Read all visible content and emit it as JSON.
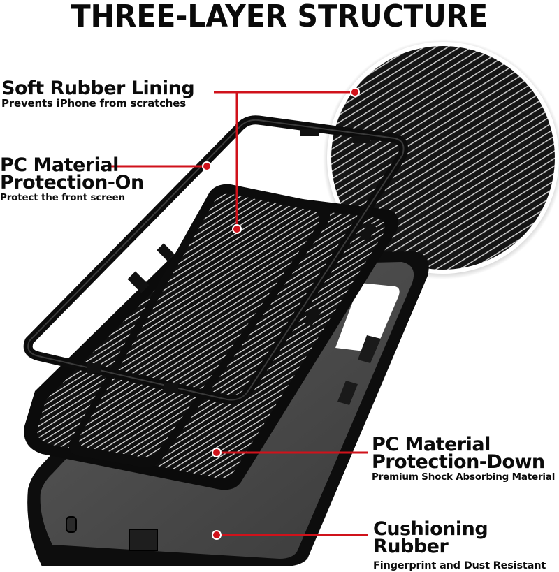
{
  "header": {
    "title": "THREE-LAYER STRUCTURE"
  },
  "callouts": [
    {
      "id": "soft-rubber-lining",
      "heading": "Soft Rubber Lining",
      "subtext": "Prevents iPhone from scratches"
    },
    {
      "id": "pc-material-protection-on",
      "heading_line1": "PC Material",
      "heading_line2": "Protection-On",
      "subtext": "Protect the front screen"
    },
    {
      "id": "pc-material-protection-down",
      "heading_line1": "PC Material",
      "heading_line2": "Protection-Down",
      "subtext": "Premium Shock Absorbing Material"
    },
    {
      "id": "cushioning-rubber",
      "heading": "Cushioning Rubber",
      "subtext": "Fingerprint and Dust Resistant"
    }
  ],
  "colors": {
    "accent_red": "#d0121b",
    "case_black": "#111111",
    "case_gray": "#4a4a4a",
    "stripe_light": "#bdbdbd",
    "background": "#ffffff"
  },
  "icons": {
    "callout_marker": "red-dot-icon",
    "texture_detail": "carbon-stripe-magnifier"
  }
}
